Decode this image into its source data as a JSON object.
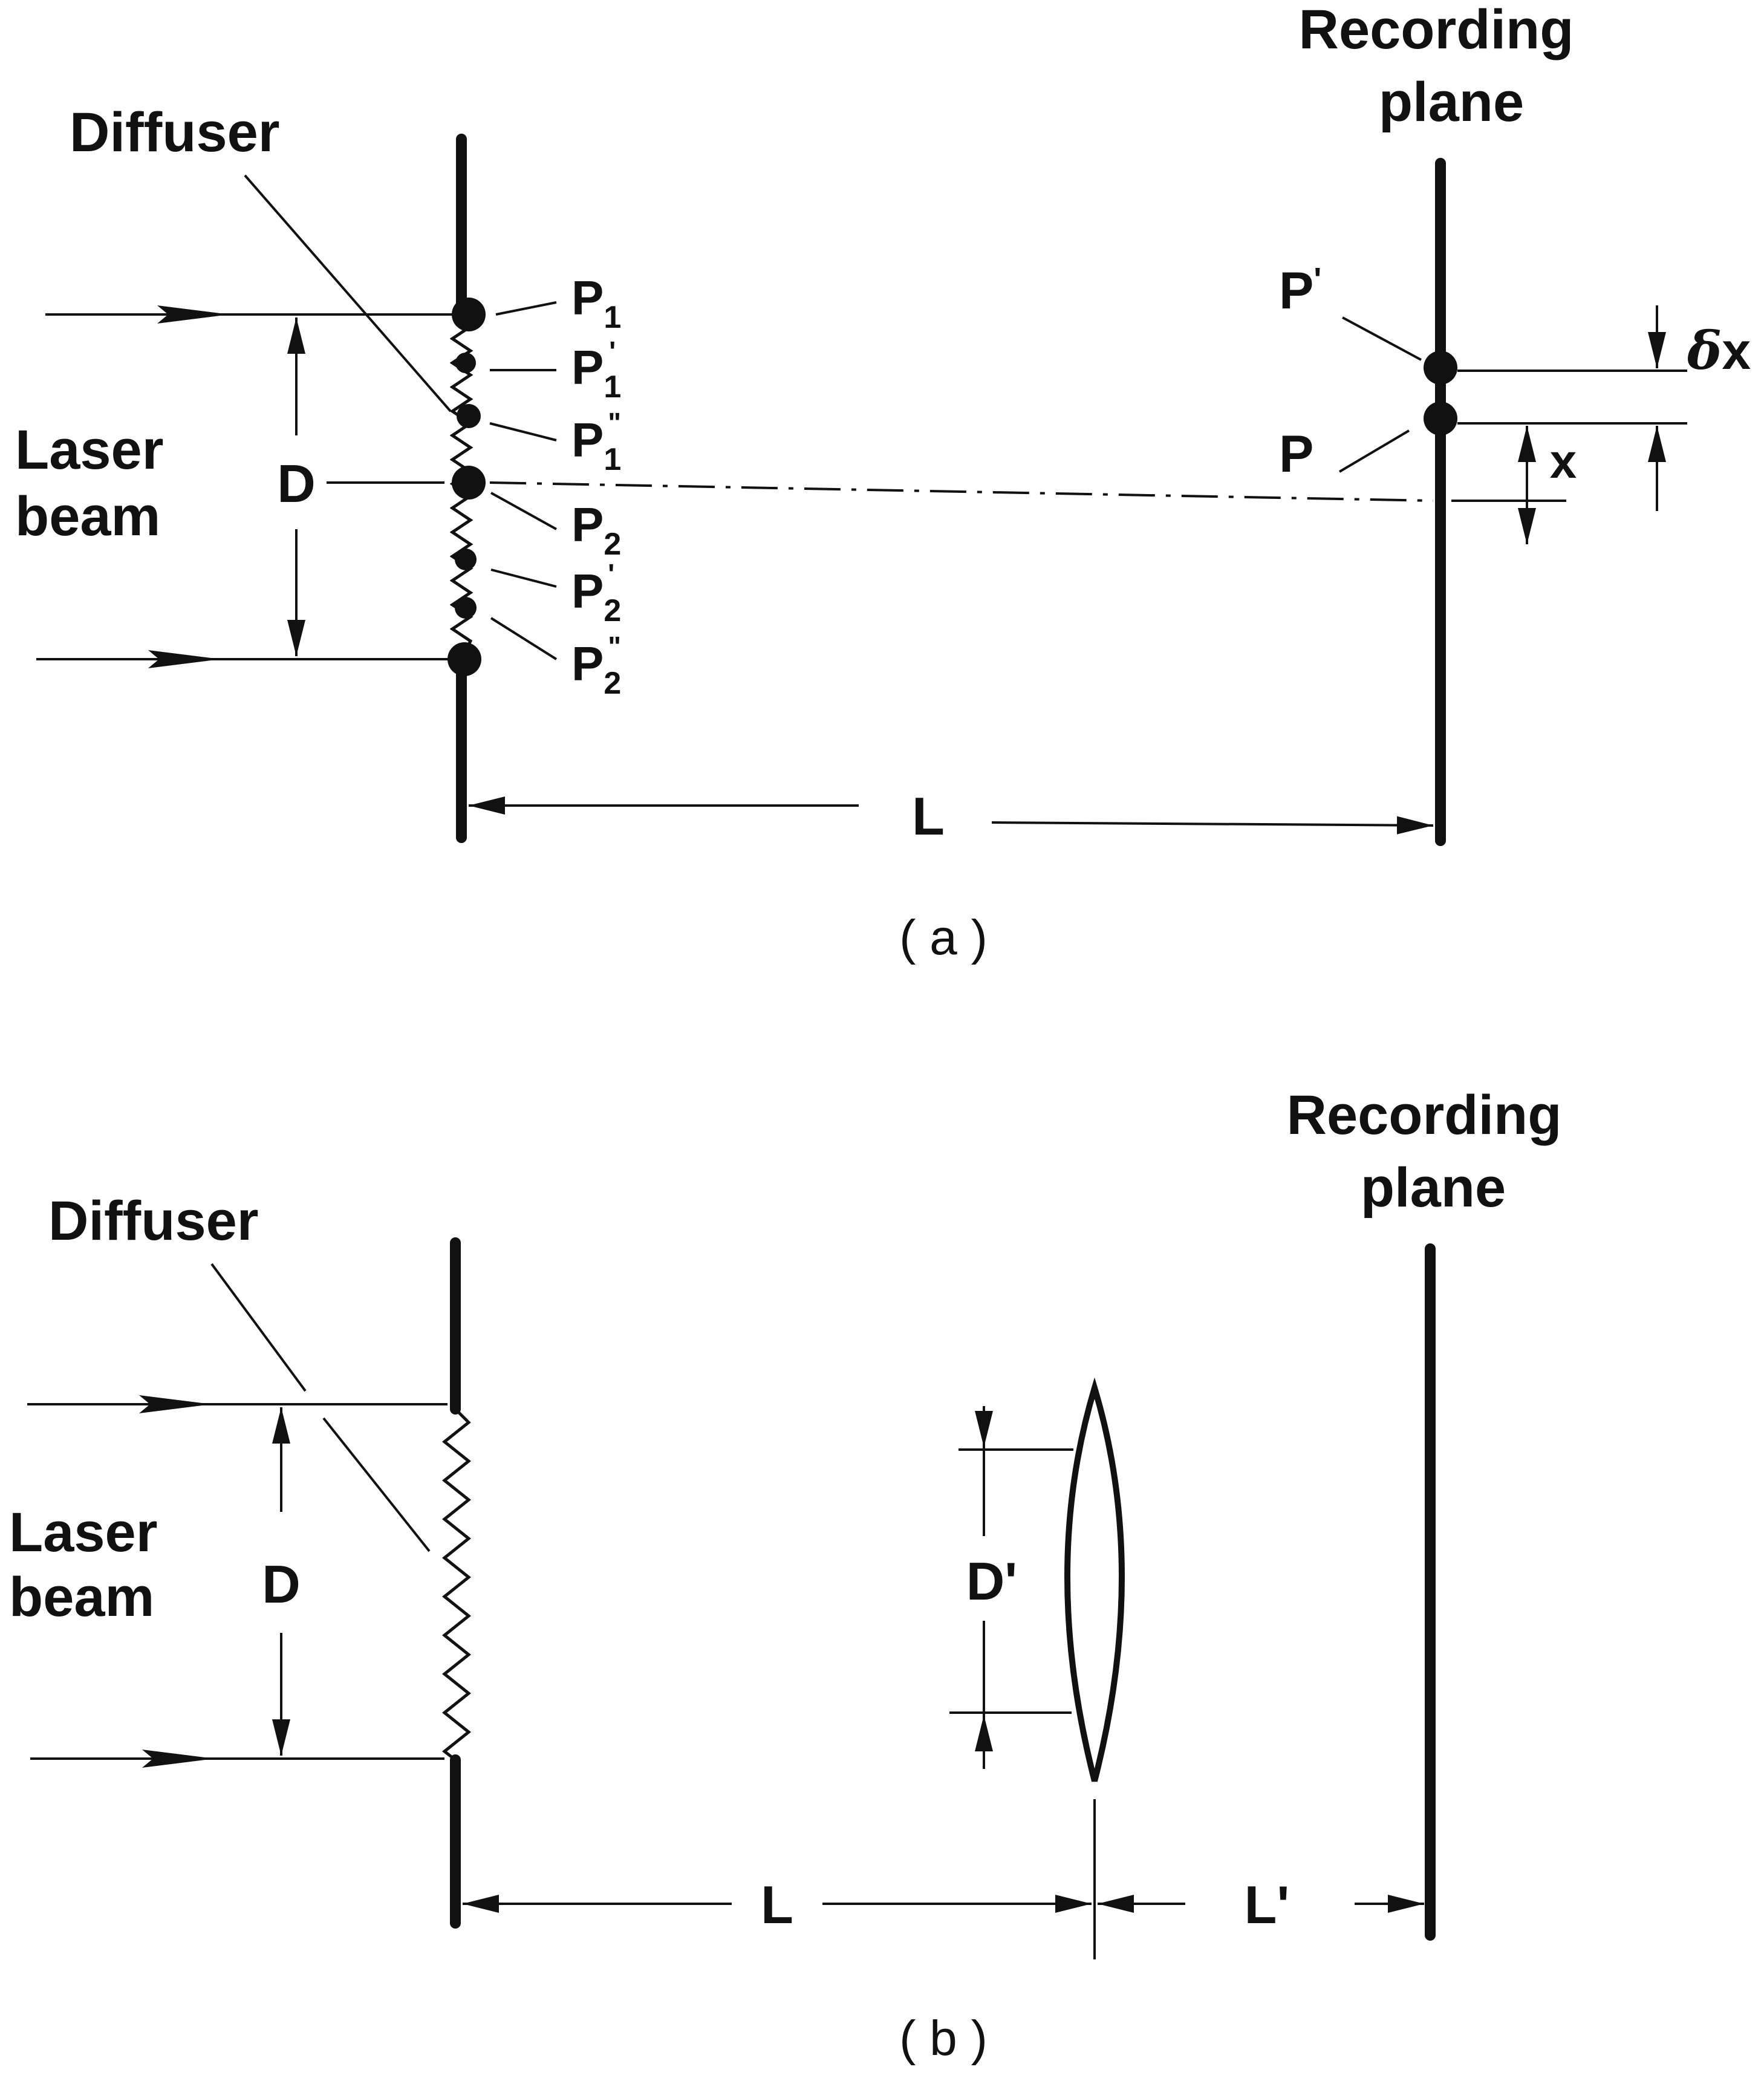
{
  "panel_a": {
    "diffuser_label": "Diffuser",
    "laser_label": [
      "Laser",
      "beam"
    ],
    "recording_label": [
      "Recording",
      "plane"
    ],
    "D": "D",
    "L": "L",
    "x": "x",
    "dx_symbol": "δ",
    "dx_letter": "x",
    "P": "P",
    "P_prime": "P",
    "prime": "'",
    "dprime": "\"",
    "points": [
      {
        "base": "P",
        "sub": "1",
        "mark": ""
      },
      {
        "base": "P",
        "sub": "1",
        "mark": "'"
      },
      {
        "base": "P",
        "sub": "1",
        "mark": "\""
      },
      {
        "base": "P",
        "sub": "2",
        "mark": ""
      },
      {
        "base": "P",
        "sub": "2",
        "mark": "'"
      },
      {
        "base": "P",
        "sub": "2",
        "mark": "\""
      }
    ],
    "caption": "( a )"
  },
  "panel_b": {
    "diffuser_label": "Diffuser",
    "laser_label": [
      "Laser",
      "beam"
    ],
    "recording_label": [
      "Recording",
      "plane"
    ],
    "D": "D",
    "D_prime": "D'",
    "L": "L",
    "L_prime": "L'",
    "caption": "( b )"
  }
}
